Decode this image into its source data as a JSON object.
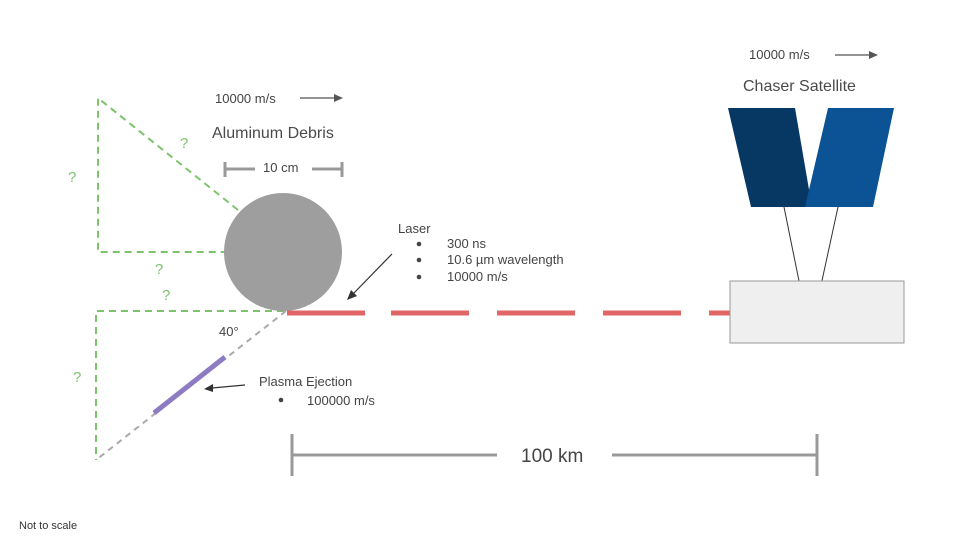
{
  "debris": {
    "speed": "10000  m/s",
    "title": "Aluminum Debris",
    "size": "10 cm"
  },
  "satellite": {
    "speed": "10000  m/s",
    "title": "Chaser Satellite"
  },
  "laser": {
    "title": "Laser",
    "specs": [
      "300 ns",
      "10.6 µm wavelength",
      "10000 m/s"
    ]
  },
  "plasma": {
    "title": "Plasma Ejection",
    "specs": [
      "100000 m/s"
    ]
  },
  "angle": "40°",
  "distance": "100 km",
  "unknowns": [
    "?",
    "?",
    "?",
    "?",
    "?"
  ],
  "note": "Not to scale",
  "colors": {
    "debris": "#9e9e9e",
    "laser_beam": "#e06666",
    "panel_dark": "#073763",
    "panel_light": "#0b5394",
    "plasma": "#8e7cc3",
    "unknown": "#7cc36b",
    "satellite_body": "#efefef"
  }
}
